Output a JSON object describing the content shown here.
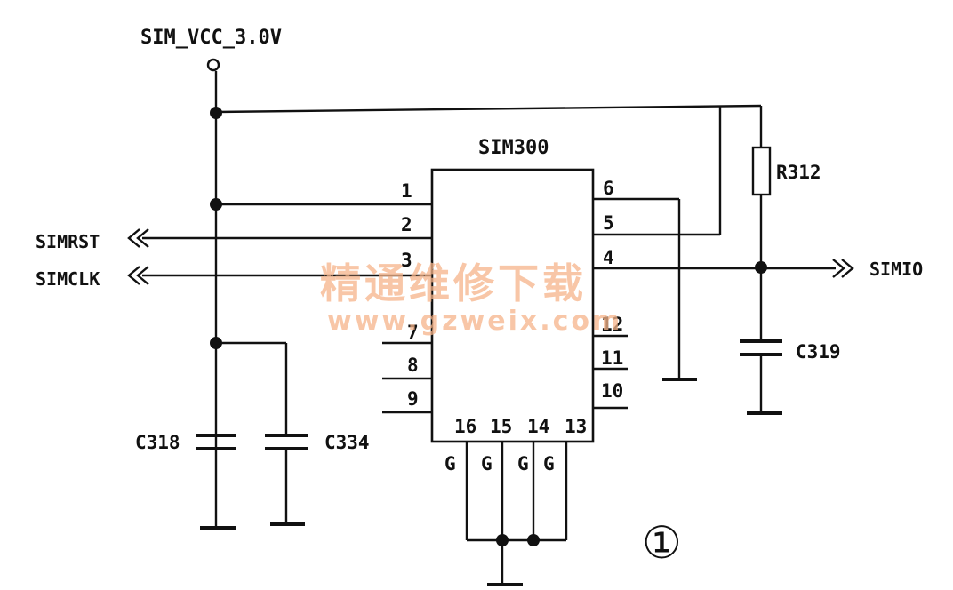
{
  "supply": {
    "label": "SIM_VCC_3.0V"
  },
  "ic": {
    "name": "SIM300",
    "pins_left": [
      "1",
      "2",
      "3",
      "7",
      "8",
      "9"
    ],
    "pins_right": [
      "6",
      "5",
      "4",
      "12",
      "11",
      "10"
    ],
    "pins_bottom": [
      "16",
      "15",
      "14",
      "13"
    ],
    "ground_marks": [
      "G",
      "G",
      "G",
      "G"
    ]
  },
  "signals": {
    "rst": "SIMRST",
    "clk": "SIMCLK",
    "io": "SIMIO"
  },
  "components": {
    "r312": "R312",
    "c318": "C318",
    "c334": "C334",
    "c319": "C319"
  },
  "watermark": {
    "title": "精通维修下载",
    "url": "www.gzweix.com"
  },
  "figure_marker": "①"
}
